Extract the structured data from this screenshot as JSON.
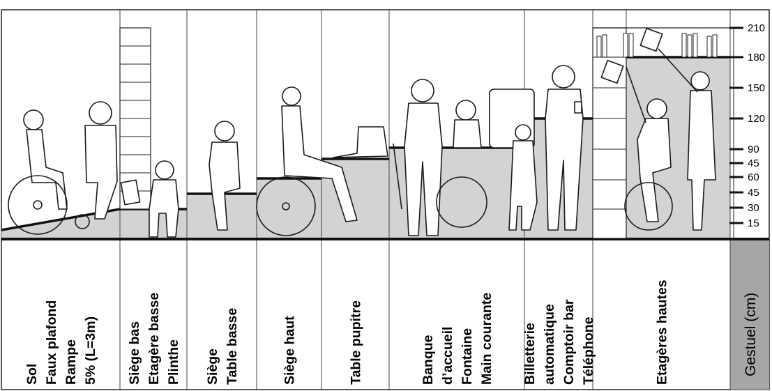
{
  "columns": [
    {
      "id": "sol",
      "lines": [
        "Sol",
        "Faux plafond",
        "Rampe",
        "5% (L=3m)"
      ]
    },
    {
      "id": "siege-bas",
      "lines": [
        "Siège bas",
        "Etagère basse",
        "Plinthe"
      ]
    },
    {
      "id": "siege",
      "lines": [
        "Siège",
        "Table basse"
      ]
    },
    {
      "id": "siege-haut",
      "lines": [
        "Siège haut"
      ]
    },
    {
      "id": "table-pupitre",
      "lines": [
        "Table pupitre"
      ]
    },
    {
      "id": "banque",
      "lines": [
        "Banque",
        "d’accueil",
        "Fontaine",
        "Main courante"
      ]
    },
    {
      "id": "billetterie",
      "lines": [
        "Billetterie",
        "automatique",
        "Comptoir bar",
        "Téléphone"
      ]
    },
    {
      "id": "etageres",
      "lines": [
        "Etagères hautes"
      ]
    }
  ],
  "scale": {
    "title": "Gestuel (cm)",
    "ticks": [
      "210",
      "180",
      "150",
      "120",
      "90",
      "45",
      "60",
      "45",
      "30",
      "15"
    ]
  },
  "colors": {
    "zone_fill": "#d3d3d3",
    "gestuel_fill": "#a6a6a6",
    "line": "#1a1a1a"
  }
}
